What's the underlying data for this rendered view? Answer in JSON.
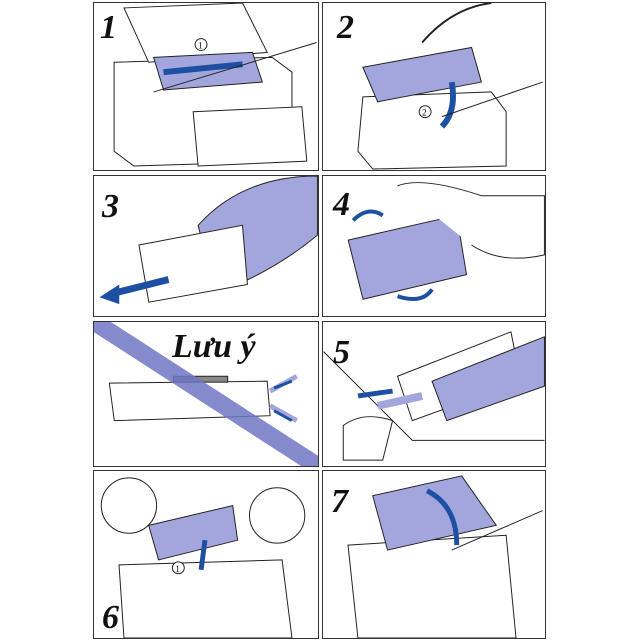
{
  "title": "Toner cartridge replacement steps",
  "steps": [
    {
      "number": "1"
    },
    {
      "number": "2"
    },
    {
      "number": "3"
    },
    {
      "number": "4"
    },
    {
      "number": "5"
    },
    {
      "number": "6"
    },
    {
      "number": "7"
    }
  ],
  "note": {
    "label": "Lưu ý"
  },
  "callouts": {
    "circle_1": "1",
    "circle_2": "2"
  },
  "colors": {
    "fill": "#a3a6dc",
    "arrow": "#1d4fa3",
    "slash": "#6f76c2",
    "line": "#222222"
  }
}
